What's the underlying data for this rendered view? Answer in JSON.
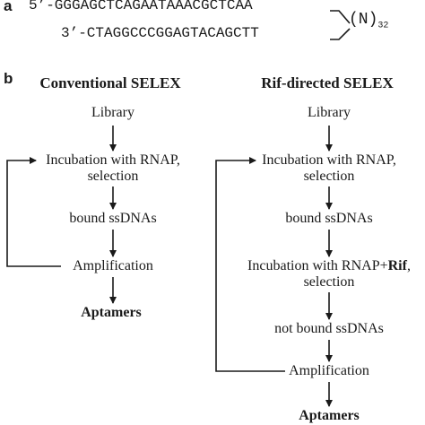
{
  "panel_a": {
    "label": "a",
    "strand_top": "5’-GGGAGCTCAGAATAAACGCTCAA",
    "strand_bottom": "3’-CTAGGCCCGGAGTACAGCTT",
    "loop": "(N)",
    "loop_subscript": "32"
  },
  "panel_b": {
    "label": "b",
    "left": {
      "title": "Conventional SELEX",
      "library": "Library",
      "step1a": "Incubation with RNAP,",
      "step1b": "selection",
      "bound": "bound ssDNAs",
      "amplification": "Amplification",
      "result": "Aptamers"
    },
    "right": {
      "title": "Rif-directed SELEX",
      "library": "Library",
      "step1a": "Incubation with RNAP,",
      "step1b": "selection",
      "bound": "bound ssDNAs",
      "step2a_prefix": "Incubation with RNAP+",
      "step2a_bold": "Rif",
      "step2a_suffix": ",",
      "step2b": "selection",
      "not_bound": "not bound ssDNAs",
      "amplification": "Amplification",
      "result": "Aptamers"
    }
  }
}
